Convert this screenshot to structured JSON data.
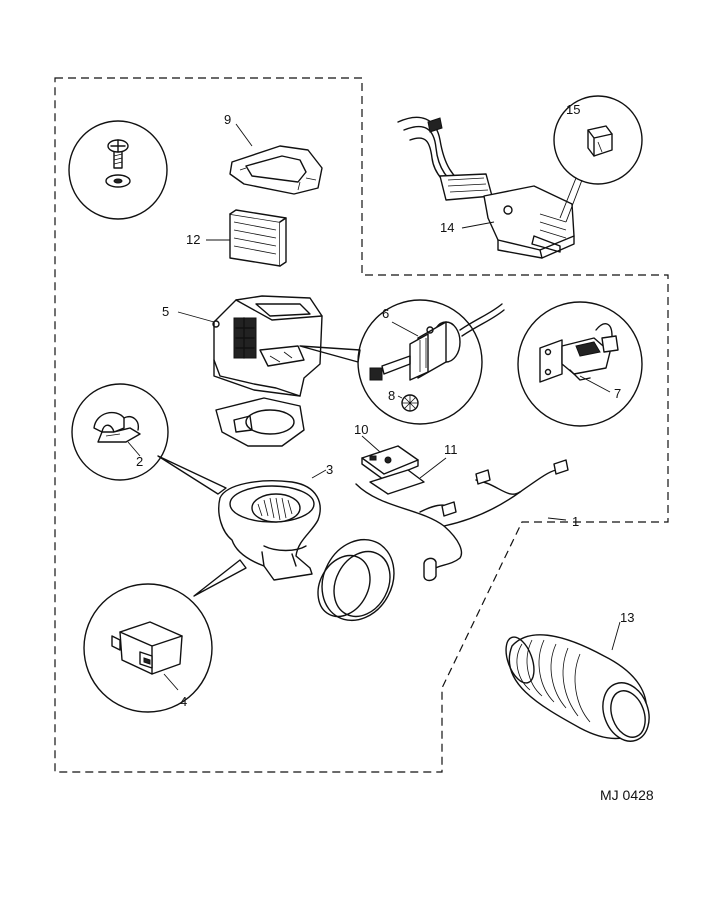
{
  "figure": {
    "reference_code": "MJ 0428",
    "callouts": [
      "1",
      "2",
      "3",
      "4",
      "5",
      "6",
      "7",
      "8",
      "9",
      "10",
      "11",
      "12",
      "13",
      "14",
      "15"
    ]
  }
}
